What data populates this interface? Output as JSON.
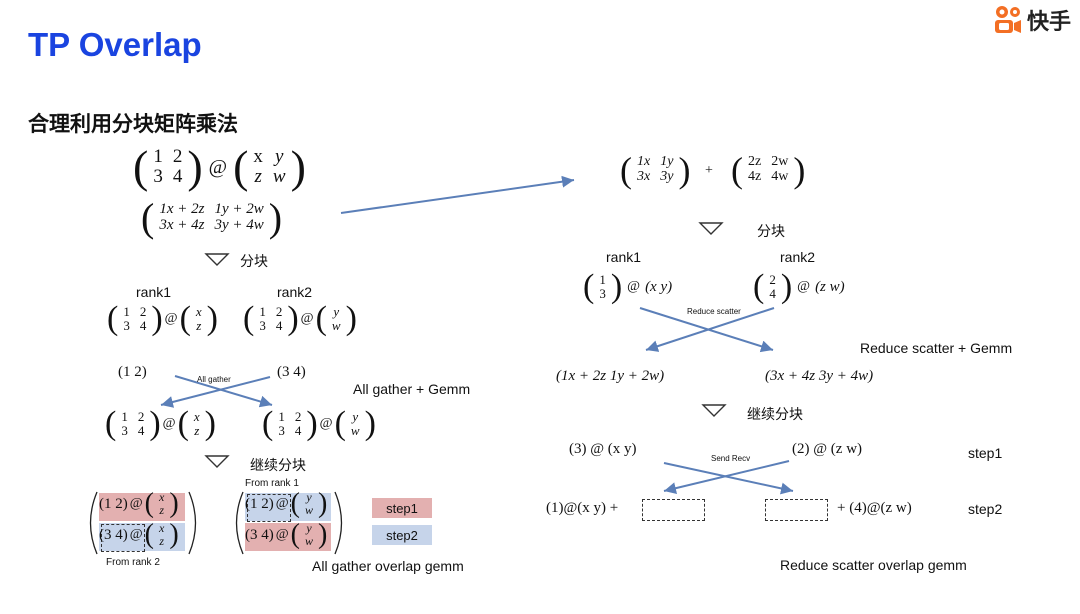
{
  "header": {
    "title": "TP Overlap",
    "subtitle": "合理利用分块矩阵乘法",
    "logo_text": "快手",
    "logo_icon": "kuaishou-logo-icon"
  },
  "left": {
    "top_A": [
      [
        "1",
        "2"
      ],
      [
        "3",
        "4"
      ]
    ],
    "top_B": [
      [
        "x",
        "y"
      ],
      [
        "z",
        "w"
      ]
    ],
    "at": "@",
    "result": [
      [
        "1x + 2z",
        "1y + 2w"
      ],
      [
        "3x + 4z",
        "3y + 4w"
      ]
    ],
    "split_label": "分块",
    "rank1": "rank1",
    "rank2": "rank2",
    "rank_A": [
      [
        "1",
        "2"
      ],
      [
        "3",
        "4"
      ]
    ],
    "rank1_B": [
      [
        "x"
      ],
      [
        "z"
      ]
    ],
    "rank2_B": [
      [
        "y"
      ],
      [
        "w"
      ]
    ],
    "row_a": "(1   2)",
    "row_b": "(3   4)",
    "gather_small": "All gather",
    "gather_label": "All gather + Gemm",
    "continue_label": "继续分块",
    "from_rank1": "From rank 1",
    "from_rank2": "From rank 2",
    "block_row1": "(1    2)",
    "block_row2": "(3    4)",
    "step1": "step1",
    "step2": "step2",
    "caption": "All gather overlap gemm"
  },
  "right": {
    "sum_A": [
      [
        "1x",
        "1y"
      ],
      [
        "3x",
        "3y"
      ]
    ],
    "plus": "+",
    "sum_B": [
      [
        "2z",
        "2w"
      ],
      [
        "4z",
        "4w"
      ]
    ],
    "split_label": "分块",
    "rank1": "rank1",
    "rank2": "rank2",
    "col1": [
      [
        "1"
      ],
      [
        "3"
      ]
    ],
    "col2": [
      [
        "2"
      ],
      [
        "4"
      ]
    ],
    "row_xy": "(x    y)",
    "row_zw": "(z    w)",
    "rs_small": "Reduce scatter",
    "rs_label": "Reduce scatter + Gemm",
    "res1": "(1x + 2z    1y + 2w)",
    "res2": "(3x + 4z    3y + 4w)",
    "continue_label": "继续分块",
    "s1_left": "(3) @ (x    y)",
    "s1_right": "(2) @ (z    w)",
    "send_recv": "Send Recv",
    "step1": "step1",
    "s2_left": "(1)@(x   y) +",
    "s2_right": "+ (4)@(z    w)",
    "step2": "step2",
    "caption": "Reduce scatter overlap gemm"
  },
  "colors": {
    "title": "#1a44e0",
    "arrow": "#5b7fb8",
    "step1": "#e3b0b0",
    "step2": "#c6d4ea",
    "logo": "#f36f24"
  }
}
